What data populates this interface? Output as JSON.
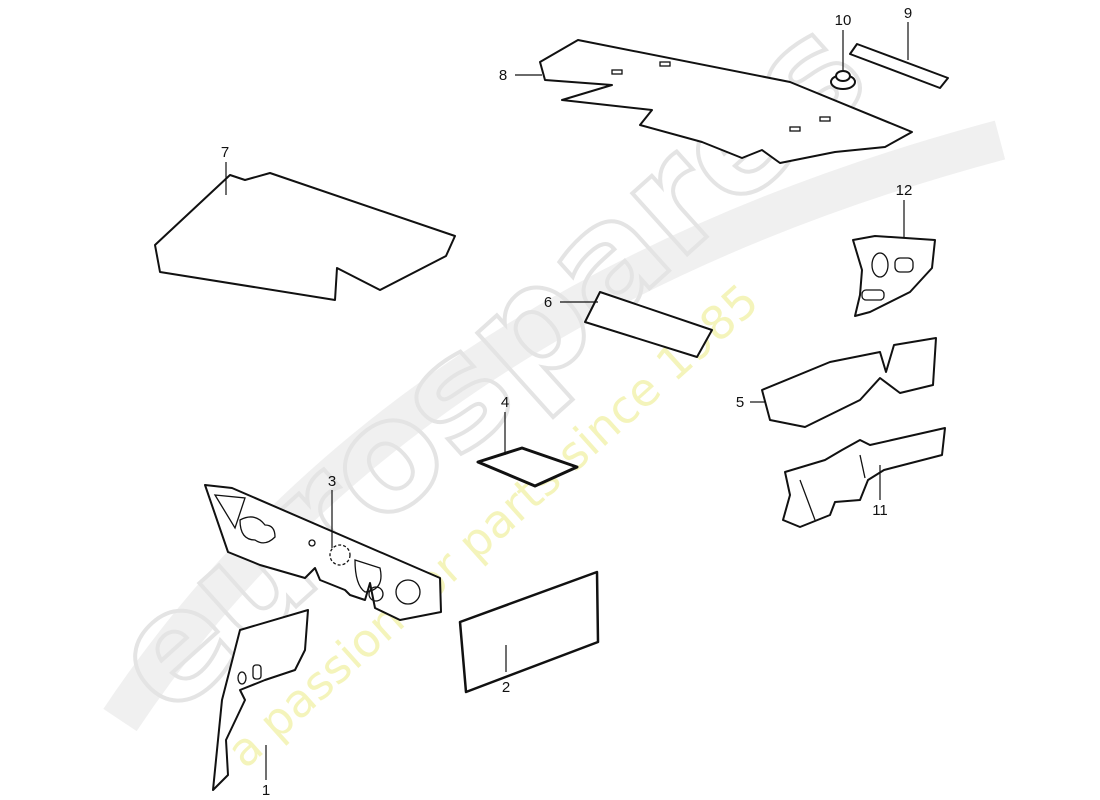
{
  "watermark": {
    "brand": "eurospares",
    "tagline": "a passion for parts since 1985",
    "tagline_color": "#f0f0a0"
  },
  "callouts": {
    "p1": "1",
    "p2": "2",
    "p3": "3",
    "p4": "4",
    "p5": "5",
    "p6": "6",
    "p7": "7",
    "p8": "8",
    "p9": "9",
    "p10": "10",
    "p11": "11",
    "p12": "12"
  }
}
